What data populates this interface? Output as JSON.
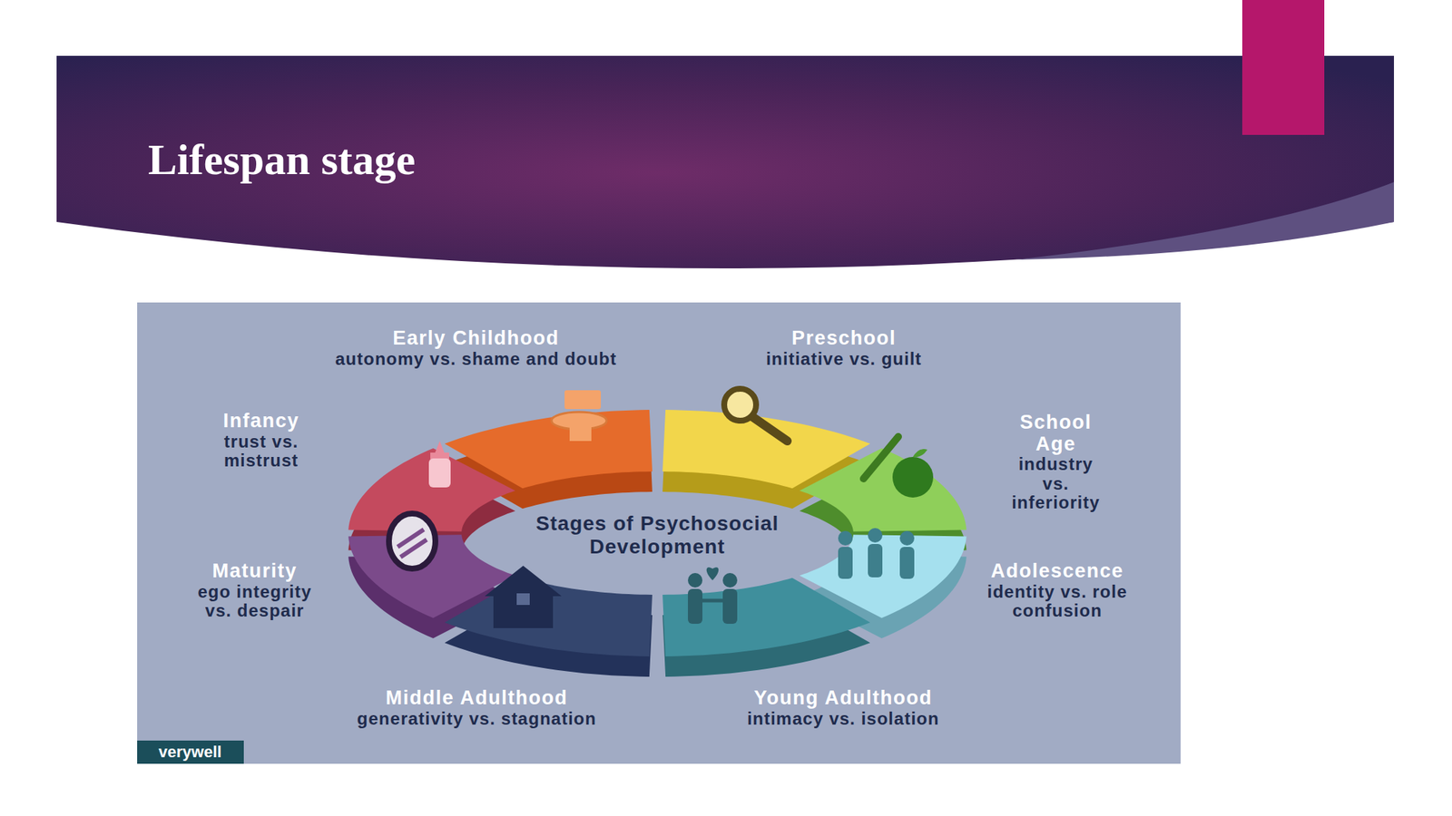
{
  "diagram": {
    "title": "Lifespan stage",
    "nodes": [
      {
        "text": [
          "Early Childhood",
          "autonomy vs. shame and doubt"
        ]
      },
      {
        "text": [
          "Preschool",
          "initiative vs. guilt"
        ]
      },
      {
        "text": [
          "Infancy",
          "trust vs. mistrust"
        ]
      },
      {
        "text": [
          "School Age",
          "industry vs. inferiority"
        ]
      },
      {
        "text": [
          "Maturity",
          "ego integrity vs. despair"
        ]
      },
      {
        "text": [
          "Adolescence",
          "identity vs. role confusion"
        ]
      },
      {
        "text": [
          "Middle Adulthood",
          "generativity vs. stagnation"
        ]
      },
      {
        "text": [
          "Young Adulthood",
          "intimacy vs. isolation"
        ]
      }
    ],
    "labels": [
      "Stages of Psychosocial Development",
      "verywell"
    ]
  }
}
